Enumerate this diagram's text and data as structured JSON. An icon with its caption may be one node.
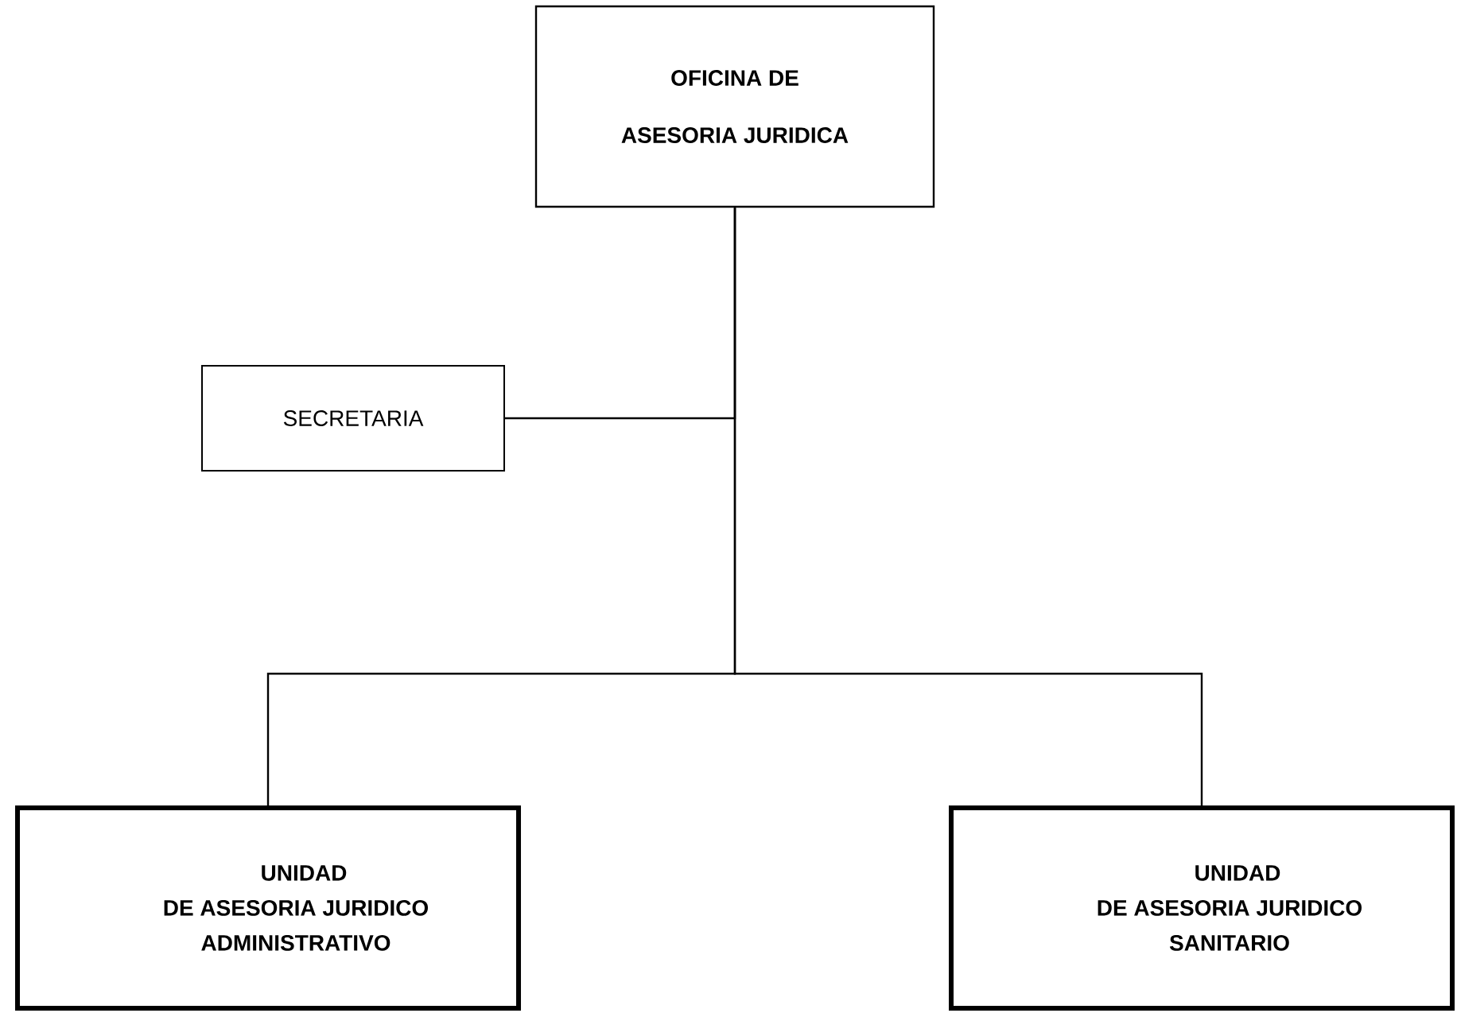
{
  "diagram": {
    "nodes": [
      {
        "text": [
          "OFICINA DE ASESORIA JURIDICA"
        ]
      },
      {
        "text": [
          "SECRETARIA"
        ]
      },
      {
        "text": [
          "UNIDAD DE ASESORIA JURIDICO ADMINISTRATIVO"
        ]
      },
      {
        "text": [
          "UNIDAD DE ASESORIA JURIDICO SANITARIO"
        ]
      }
    ],
    "edges": [
      {
        "from": 0,
        "to": 1,
        "arrow": "none"
      },
      {
        "from": 0,
        "to": 2,
        "arrow": "none"
      },
      {
        "from": 0,
        "to": 3,
        "arrow": "none"
      }
    ]
  }
}
